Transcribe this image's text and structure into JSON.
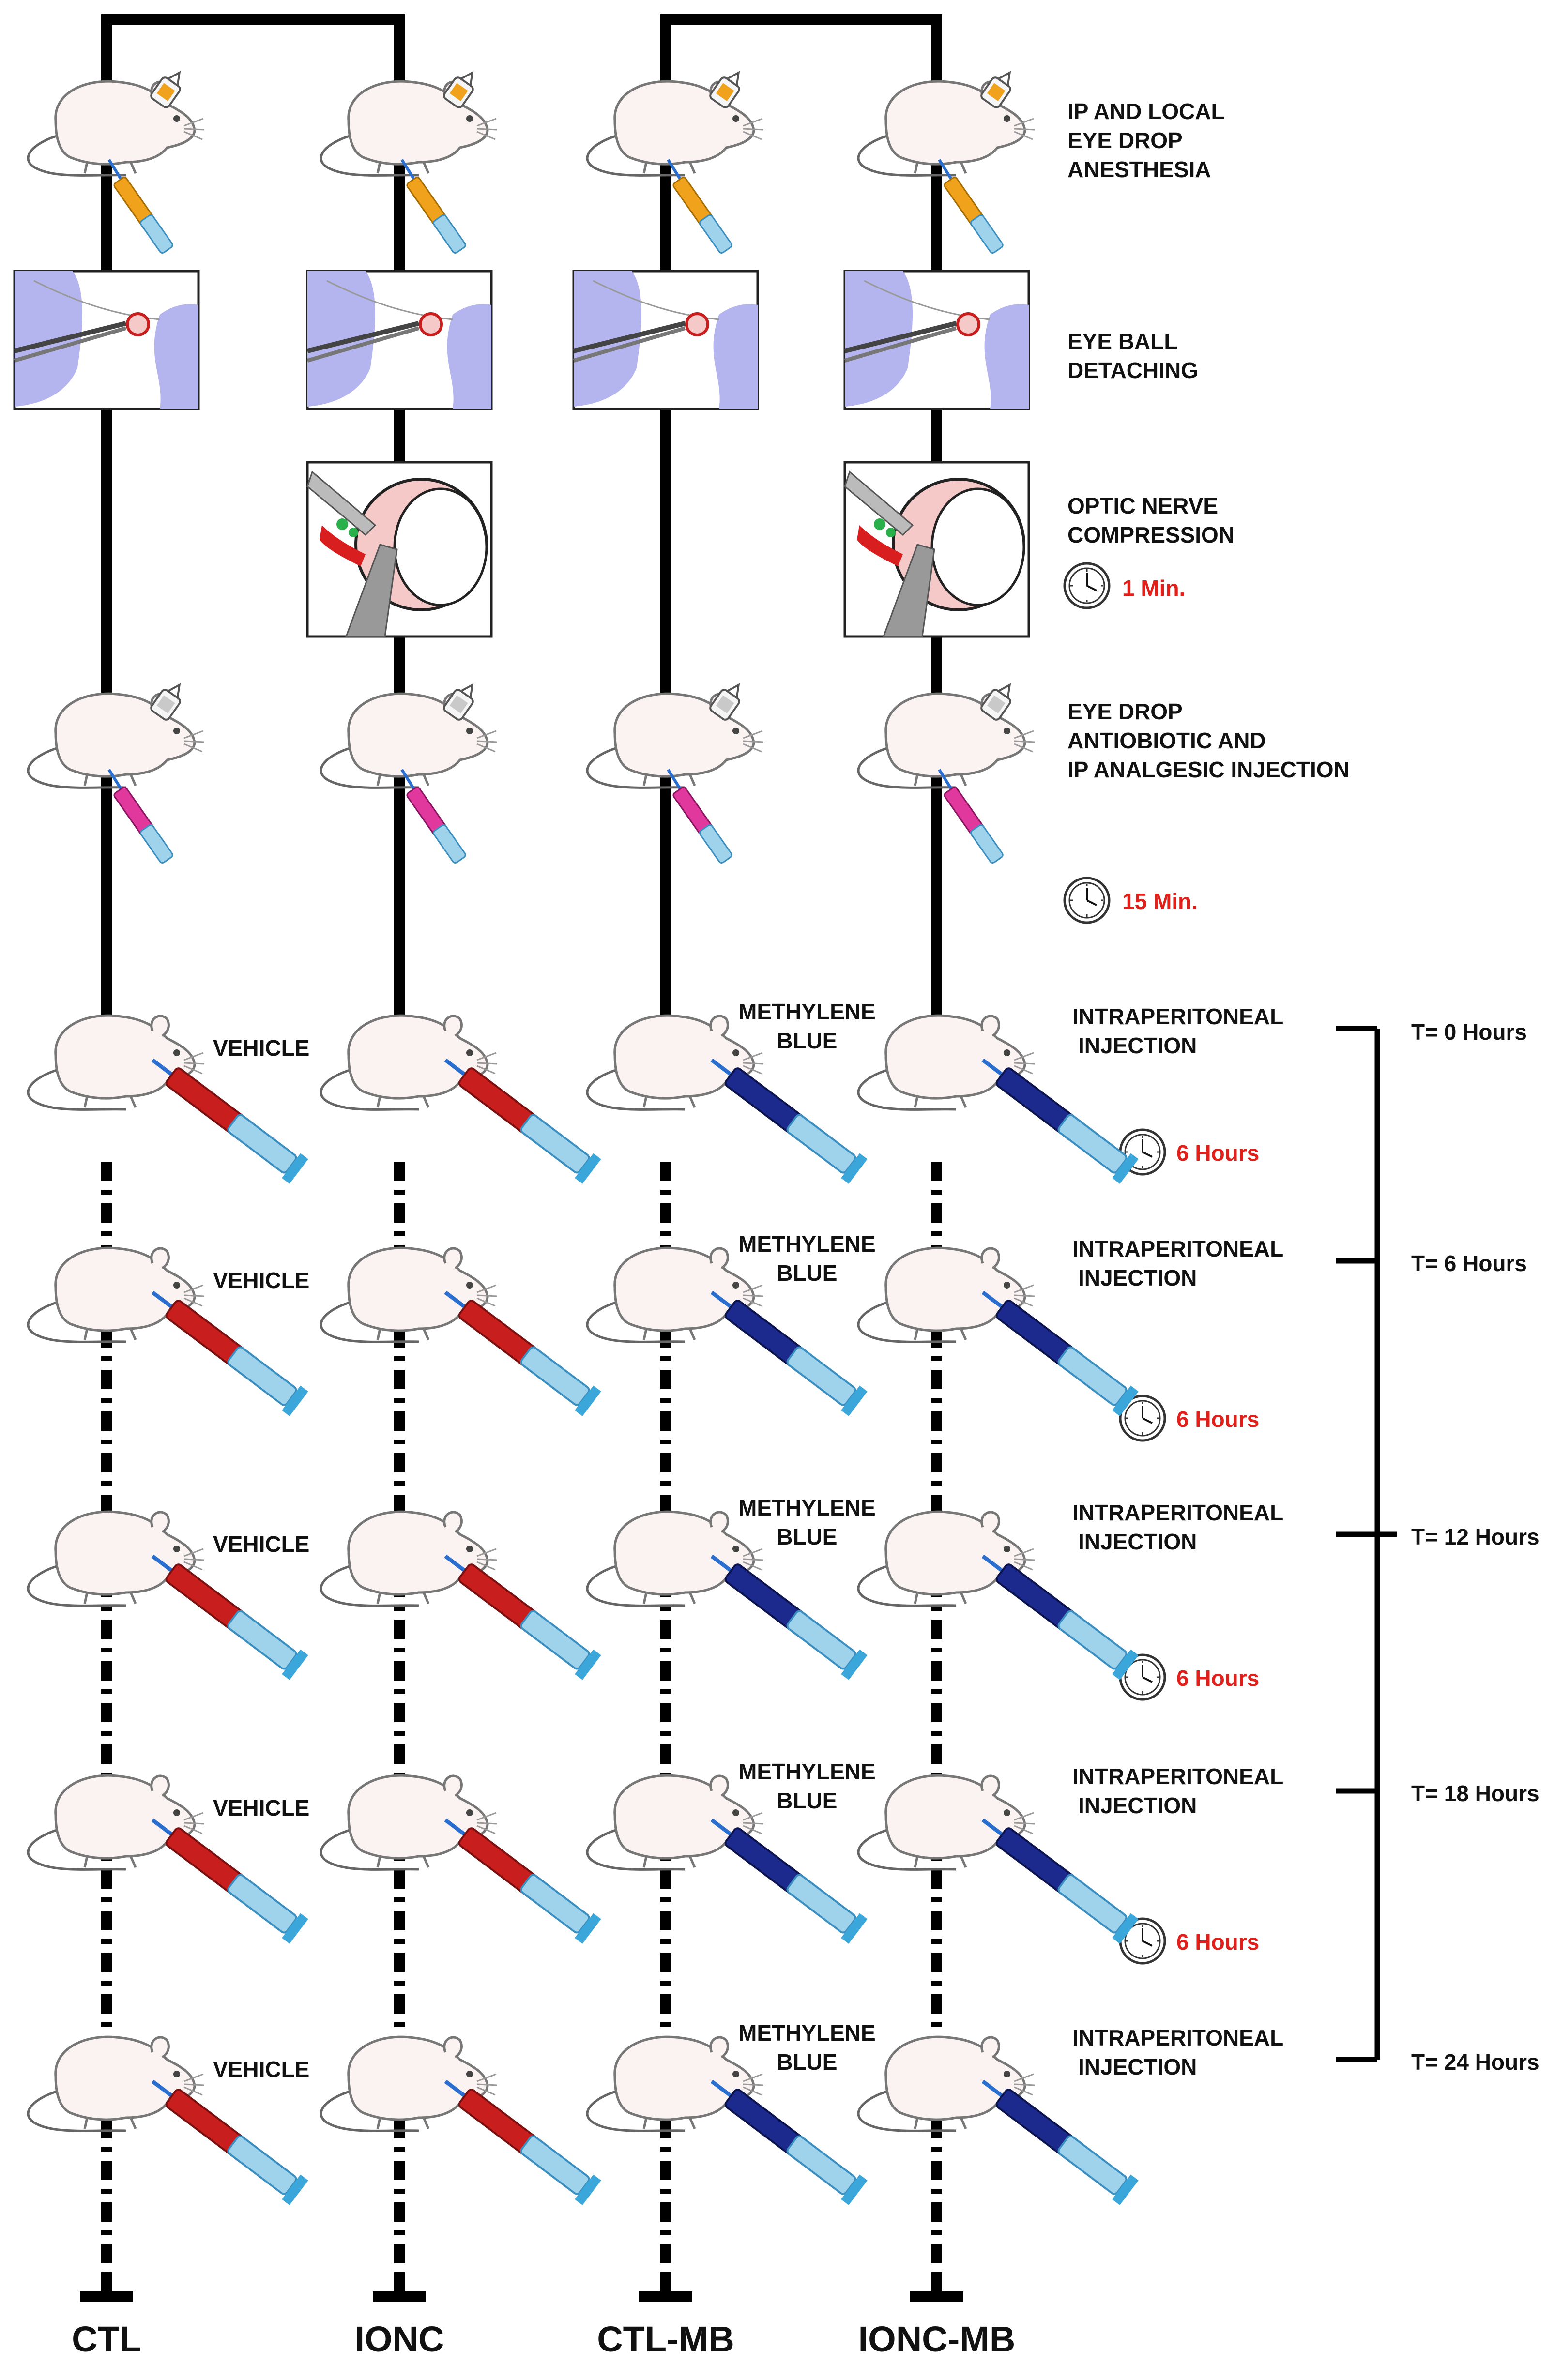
{
  "steps": [
    {
      "lines": [
        "IP AND LOCAL",
        "EYE DROP",
        "ANESTHESIA"
      ]
    },
    {
      "lines": [
        "EYE BALL",
        "DETACHING"
      ]
    },
    {
      "lines": [
        "OPTIC NERVE",
        "COMPRESSION"
      ]
    },
    {
      "lines": [
        "EYE DROP",
        "ANTIOBIOTIC AND",
        "IP ANALGESIC INJECTION"
      ]
    }
  ],
  "injection_label": [
    "INTRAPERITONEAL",
    "INJECTION"
  ],
  "vehicle_label": "VEHICLE",
  "mb_label": [
    "METHYLENE",
    "BLUE"
  ],
  "waits": {
    "compression": "1 Min.",
    "recovery": "15 Min.",
    "interval": "6 Hours"
  },
  "timepoints": [
    "T= 0 Hours",
    "T= 6 Hours",
    "T= 12 Hours",
    "T= 18 Hours",
    "T= 24 Hours"
  ],
  "groups": [
    "CTL",
    "IONC",
    "CTL-MB",
    "IONC-MB"
  ],
  "icons": {
    "mouse": "mouse-icon",
    "syringe": "syringe-icon",
    "eyedrop": "eye-drop-bottle-icon",
    "clock": "clock-icon",
    "eyeball": "eyeball-detaching-illustration",
    "compression": "optic-nerve-compression-illustration"
  },
  "colors": {
    "vehicle_syringe": "#c81e1e",
    "mb_syringe": "#1b2a8c",
    "anesthesia_syringe": "#f0a21c",
    "analgesic_syringe": "#e0389c",
    "barrel": "#9fd3ec",
    "time_text": "#e0201a",
    "tissue": "#b4b4ee",
    "eyeball": "#f6c9c9"
  }
}
